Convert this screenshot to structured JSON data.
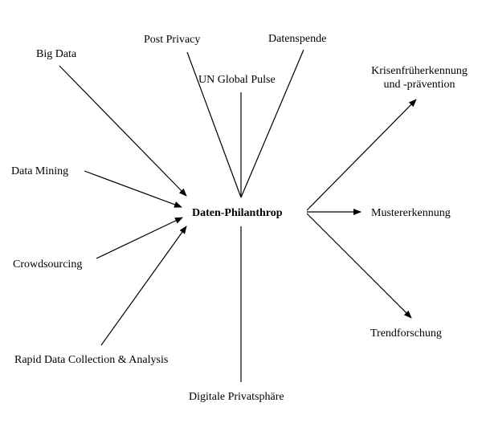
{
  "diagram": {
    "center": "Daten-Philanthrop",
    "inputs": {
      "big_data": "Big Data",
      "post_privacy": "Post Privacy",
      "datenspende": "Datenspende",
      "un_global_pulse": "UN Global Pulse",
      "data_mining": "Data Mining",
      "crowdsourcing": "Crowdsourcing",
      "rapid_data": "Rapid Data Collection & Analysis",
      "digitale_privatsphaere": "Digitale Privatsphäre"
    },
    "outputs": {
      "krisen_line1": "Krisenfrüherkennung",
      "krisen_line2": "und -prävention",
      "mustererkennung": "Mustererkennung",
      "trendforschung": "Trendforschung"
    }
  }
}
